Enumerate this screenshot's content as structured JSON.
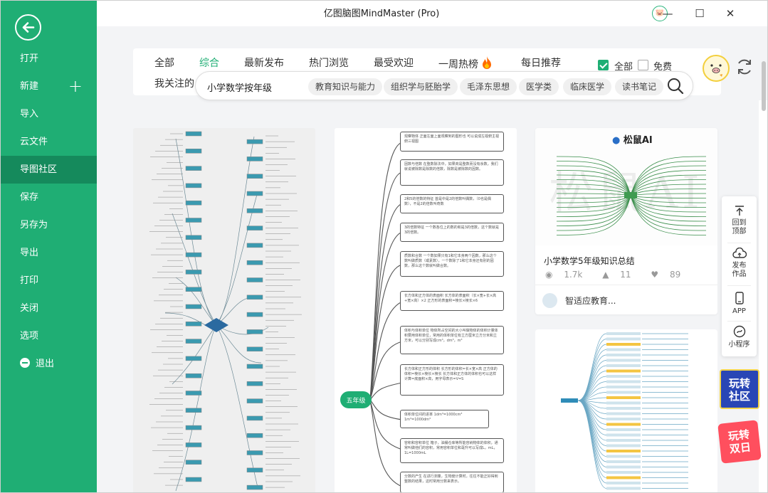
{
  "window": {
    "title": "亿图脑图MindMaster (Pro)",
    "minimize": "—",
    "maximize": "☐",
    "close": "✕"
  },
  "sidebar": {
    "items": [
      {
        "label": "打开"
      },
      {
        "label": "新建"
      },
      {
        "label": "导入"
      },
      {
        "label": "云文件"
      },
      {
        "label": "导图社区"
      },
      {
        "label": "保存"
      },
      {
        "label": "另存为"
      },
      {
        "label": "导出"
      },
      {
        "label": "打印"
      },
      {
        "label": "关闭"
      },
      {
        "label": "选项"
      },
      {
        "label": "退出"
      }
    ],
    "active": "导图社区",
    "new_plus": "+"
  },
  "filters": {
    "categories": [
      "全部",
      "综合",
      "最新发布",
      "热门浏览",
      "最受欢迎",
      "一周热榜",
      "每日推荐"
    ],
    "active": "综合",
    "following": "我关注的",
    "check_all": "全部",
    "check_free": "免费"
  },
  "search": {
    "query": "小学数学按年级",
    "tags": [
      "教育知识与能力",
      "组织学与胚胎学",
      "毛泽东思想",
      "医学类",
      "临床医学",
      "读书笔记"
    ]
  },
  "cards": {
    "card2": {
      "center": "五年级",
      "nodes": [
        "观察物体  正面左面上面观察到的图形也      可以说成左视俯主视俯三视图",
        "因数与倍数  在整数除法中，如果商是整数而没有余数，我们就说被除数是除数的倍数，除数是被除数的因数。",
        "2和5的倍数的特征  首是中是2的倍数叫偶数，（0也是偶数），不是2的倍数叫奇数",
        "3的倍数特征  一个数各位上的数的和是3的倍数，这个数就是3的倍数。",
        "质数和合数  一个数如果只有1和它本身两个因数，那么这个数叫做质数（或素数），一个数除了1和它本身还有别的因数，那么这个数就叫做合数。",
        "长方体和正方体的表面积  长方体的表面积（长×宽+长×高+宽×高）×2 正方形的表面积=棱长×棱长×6",
        "体积与体积单位  物体所占空间的大小叫做物体的体积计量体积要用体积单位，常用的体积单位有立方厘米立方分米和立方米，可以分别写成cm³，dm³，m³",
        "长方体和正方形的体积  长方形的体积=长×宽×高  正方体的体积=棱长×棱长×棱长  长方体和正方体的体积也可以这样计算=底面积×高，用字母表示=V=S",
        "体积单位间的进率  1dm³=1000cm³  1m³=1000dm³",
        "容积和容积单位  箱子，油桶仓库等所能容纳物体的体积，通常叫做他们的容积，常用容积单位和毫升可以写成L，mL，1L=1000mL",
        "分数的产生  在进行测量，生物度计算时，往往不能正好得到整数的结果，这时常用分数来表示。"
      ]
    },
    "card3": {
      "brand": "松鼠AI",
      "watermark": "松鼠AI",
      "title": "小学数学5年级知识总结",
      "views": "1.7k",
      "likes": "11",
      "favorites": "89",
      "author": "智适应教育..."
    }
  },
  "float_bar": {
    "items": [
      {
        "label": "回到顶部",
        "icon": "back-to-top-icon"
      },
      {
        "label": "发布作品",
        "icon": "cloud-upload-icon"
      },
      {
        "label": "APP",
        "icon": "phone-icon"
      },
      {
        "label": "小程序",
        "icon": "mini-program-icon"
      }
    ]
  },
  "promos": {
    "promo1": "玩转社区",
    "promo2": "玩转双日"
  },
  "colors": {
    "brand_green": "#1fae74",
    "active_menu": "#158a5c",
    "diamond_center": "#2b6aa0",
    "card2_center": "#1fae74"
  }
}
